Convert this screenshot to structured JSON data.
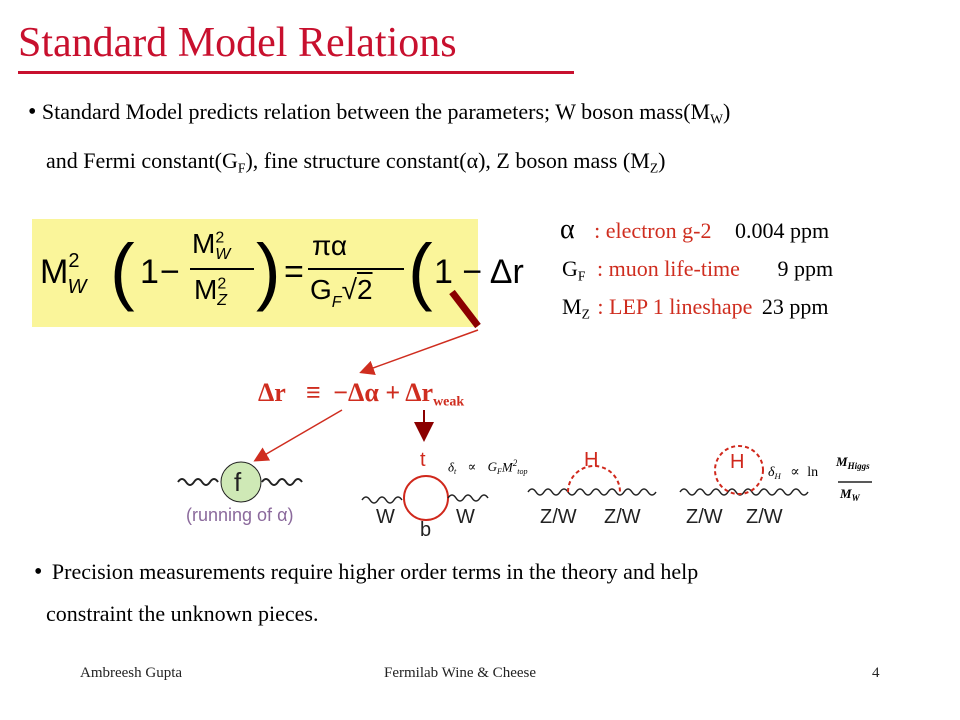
{
  "title": "Standard Model Relations",
  "bullet1": {
    "line1_a": "Standard Model predicts relation between the parameters; W boson mass(M",
    "line1_sub": "W",
    "line1_b": ")",
    "line2_a": "and Fermi constant(G",
    "line2_sub1": "F",
    "line2_b": "), fine structure constant(",
    "line2_alpha": "α",
    "line2_c": "), Z boson mass (M",
    "line2_sub2": "Z",
    "line2_d": ")"
  },
  "params": [
    {
      "symbol": "α",
      "sub": "",
      "description": ": electron g-2",
      "value": "0.004 ppm"
    },
    {
      "symbol": "G",
      "sub": "F",
      "description": ": muon life-time",
      "value": "9 ppm"
    },
    {
      "symbol": "M",
      "sub": "Z",
      "description": ": LEP 1 lineshape",
      "value": "23 ppm"
    }
  ],
  "formula": {
    "left": "M",
    "left_sup": "2",
    "left_sub": "W",
    "paren_one": "1",
    "frac_num": "M",
    "frac_num_sub": "W",
    "frac_den": "M",
    "frac_den_sub": "Z",
    "rhs_num": "πα",
    "rhs_den": "G",
    "rhs_den_sub": "F",
    "sqrt_arg": "2",
    "delta_r": "1 − Δr"
  },
  "delta_r_eq": {
    "lhs": "Δr",
    "equiv": "≡",
    "rhs": "−Δα + Δr",
    "rhs_sub": "weak"
  },
  "diagrams": {
    "fermion_label": "f",
    "running_label_a": "(running of ",
    "running_alpha": "α",
    "running_label_b": ")",
    "top_label": "t",
    "bottom_label": "b",
    "w_left": "W",
    "w_right": "W",
    "delta_t": "δ",
    "delta_t_sub": "t",
    "propto": "∝",
    "gf_mtop": "G",
    "gf_sub": "F",
    "mtop": "M",
    "mtop_sub": "top",
    "higgs1": "H",
    "zw1_left": "Z/W",
    "zw1_right": "Z/W",
    "higgs2": "H",
    "zw2_left": "Z/W",
    "zw2_right": "Z/W",
    "delta_h": "δ",
    "delta_h_sub": "H",
    "propto2": "∝",
    "ln": "ln",
    "mhiggs": "M",
    "mhiggs_sub": "Higgs",
    "mw": "M",
    "mw_sub": "W"
  },
  "bullet2": {
    "line1": "Precision measurements require higher order terms in the theory and help",
    "line2": "constraint the unknown pieces."
  },
  "footer": {
    "author": "Ambreesh Gupta",
    "event": "Fermilab Wine & Cheese",
    "page": "4"
  },
  "colors": {
    "title": "#c8102e",
    "accent_red": "#cf2d1f",
    "formula_box": "#faf59a"
  }
}
